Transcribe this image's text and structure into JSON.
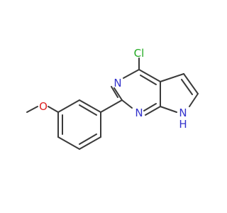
{
  "molecule": {
    "atoms": {
      "chlorine": {
        "text": "Cl"
      },
      "n_upper": {
        "text": "N"
      },
      "n_lower": {
        "text": "N"
      },
      "n_pyrrole_h": {
        "text": "H"
      },
      "n_pyrrole": {
        "text": "N"
      },
      "oxygen": {
        "text": "O"
      }
    }
  },
  "colors": {
    "bond": "#3a3a3a",
    "carbon": "#3a3a3a",
    "nitrogen": "#3333cc",
    "chlorine": "#22aa22",
    "oxygen": "#dd2222"
  }
}
